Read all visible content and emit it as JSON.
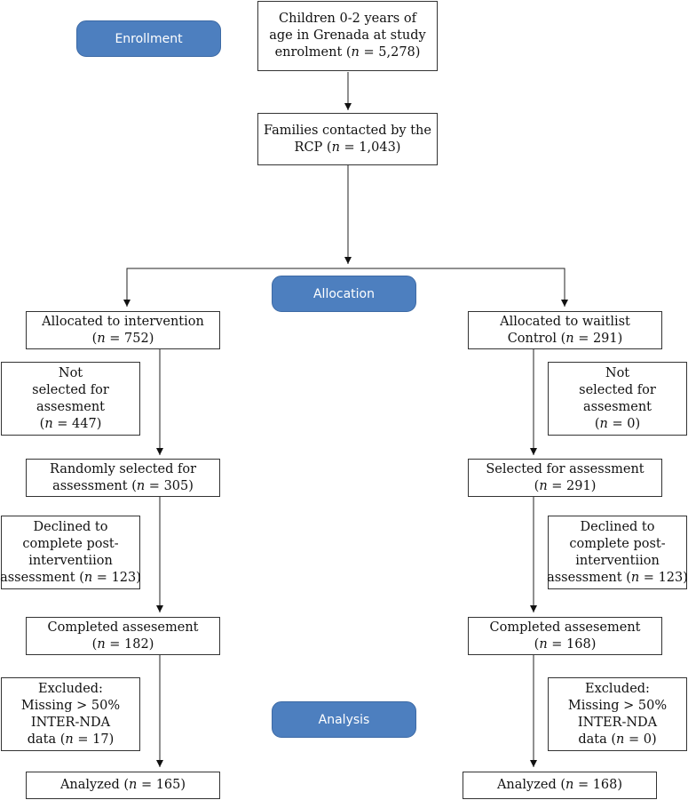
{
  "pills": {
    "enrollment": "Enrollment",
    "allocation": "Allocation",
    "analysis": "Analysis"
  },
  "boxes": {
    "children": {
      "lines": [
        "Children 0-2 years of",
        "age in Grenada at study",
        "enrolment ("
      ],
      "n_prefix": "n",
      "n_text": " = 5,278)"
    },
    "families": {
      "lines": [
        "Families contacted by the",
        "RCP ("
      ],
      "n_prefix": "n",
      "n_text": " = 1,043)"
    },
    "alloc_intervention": {
      "line1": "Allocated to intervention",
      "n_text": " = 752)"
    },
    "alloc_control": {
      "line1": "Allocated to waitlist",
      "line2_pre": "Control (",
      "n_text": " = 291)"
    },
    "not_selected_left": {
      "lines": [
        "Not",
        "selected for",
        "assesment"
      ],
      "n_text": " = 447)"
    },
    "not_selected_right": {
      "lines": [
        "Not",
        "selected for",
        "assesment"
      ],
      "n_text": " = 0)"
    },
    "random_selected": {
      "line1": "Randomly selected for",
      "line2_pre": "assessment (",
      "n_text": " = 305)"
    },
    "selected_assessment": {
      "line1": "Selected for assessment",
      "n_text": " = 291)"
    },
    "declined_left": {
      "lines": [
        "Declined to",
        "complete post-",
        "interventiion"
      ],
      "line4_pre": "assessment (",
      "n_text": " = 123)"
    },
    "declined_right": {
      "lines": [
        "Declined to",
        "complete post-",
        "interventiion"
      ],
      "line4_pre": "assessment (",
      "n_text": " = 123)"
    },
    "completed_left": {
      "line1": "Completed assesement",
      "n_text": " = 182)"
    },
    "completed_right": {
      "line1": "Completed assesement",
      "n_text": " = 168)"
    },
    "excluded_left": {
      "lines": [
        "Excluded:",
        "Missing > 50%",
        "INTER-NDA"
      ],
      "line4_pre": "data (",
      "n_text": " = 17)"
    },
    "excluded_right": {
      "lines": [
        "Excluded:",
        "Missing > 50%",
        "INTER-NDA"
      ],
      "line4_pre": "data (",
      "n_text": " = 0)"
    },
    "analyzed_left": {
      "line_pre": "Analyzed (",
      "n_text": " = 165)"
    },
    "analyzed_right": {
      "line_pre": "Analyzed (",
      "n_text": " = 168)"
    }
  },
  "n_symbol": "n",
  "open_paren": "("
}
